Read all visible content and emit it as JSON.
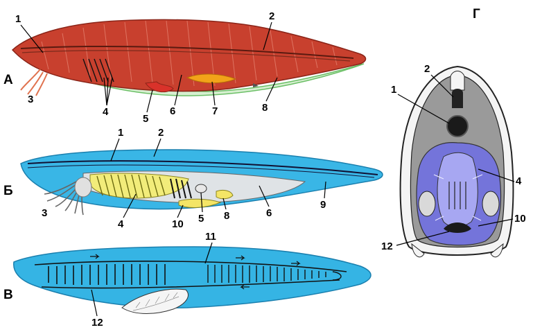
{
  "panels": {
    "a": {
      "letter": "А",
      "labels": [
        "1",
        "2",
        "3",
        "4",
        "5",
        "6",
        "7",
        "8"
      ],
      "colors": {
        "body": "#c8402e",
        "belly": "#d6efd0",
        "gut": "#f2a319"
      }
    },
    "b": {
      "letter": "Б",
      "labels": [
        "1",
        "2",
        "3",
        "4",
        "10",
        "5",
        "8",
        "6",
        "9"
      ],
      "colors": {
        "body": "#39b6e6",
        "pharynx": "#f2ec7a",
        "organ": "#f4e566"
      }
    },
    "v": {
      "letter": "В",
      "labels": [
        "11",
        "12"
      ],
      "colors": {
        "body": "#35b4e4",
        "vessels": "#111111"
      }
    },
    "g": {
      "letter": "Г",
      "labels": [
        "2",
        "1",
        "4",
        "10",
        "12"
      ],
      "colors": {
        "muscle": "#9a9a9a",
        "cavity": "#6e6ee6",
        "skin": "#f4f4f4"
      }
    }
  }
}
